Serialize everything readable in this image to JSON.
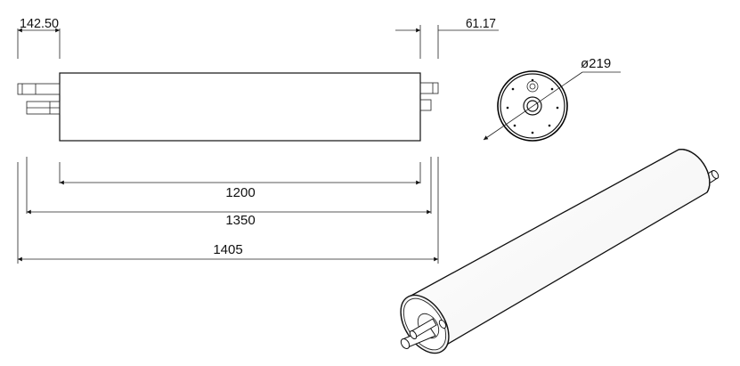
{
  "dimensions": {
    "left_offset": "142.50",
    "right_offset": "61.17",
    "diameter": "ø219",
    "tube_length": "1200",
    "bearing_span": "1350",
    "overall_length": "1405"
  }
}
